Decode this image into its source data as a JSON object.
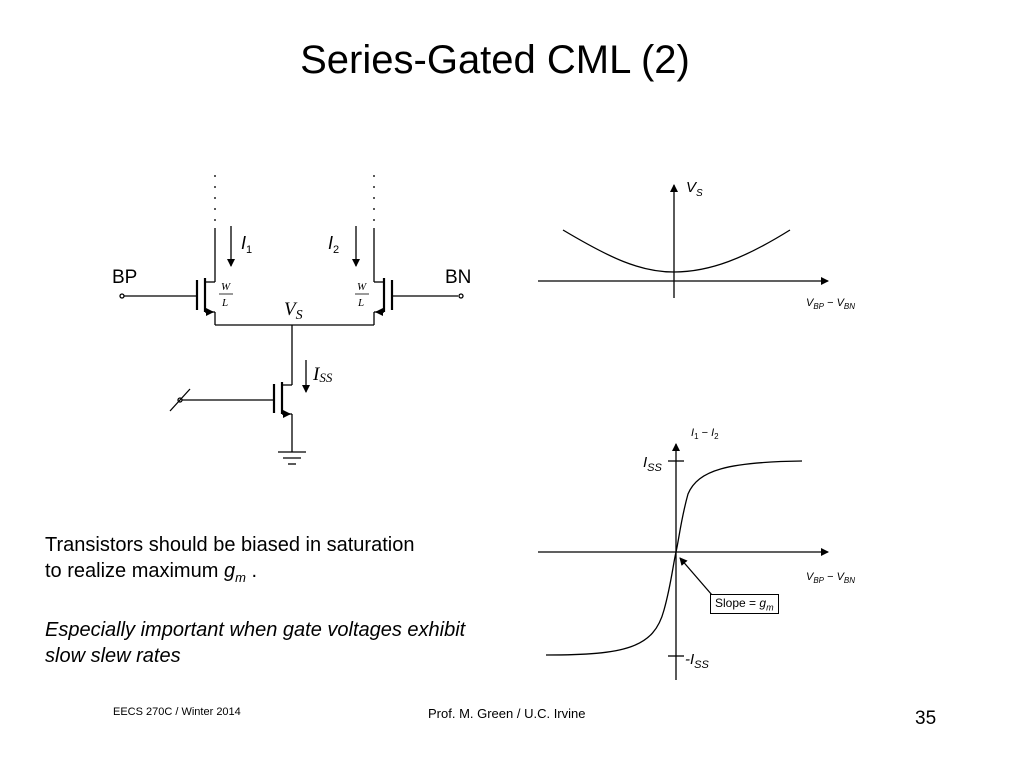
{
  "slide": {
    "title": "Series-Gated CML (2)",
    "footer_left": "EECS 270C / Winter 2014",
    "footer_center": "Prof. M. Green / U.C. Irvine",
    "page_number": "35"
  },
  "circuit": {
    "left_input": "BP",
    "right_input": "BN",
    "current_left": "I",
    "current_left_sub": "1",
    "current_right": "I",
    "current_right_sub": "2",
    "node_label": "V",
    "node_label_sub": "S",
    "tail_current": "I",
    "tail_current_sub": "SS",
    "device_w": "W",
    "device_l": "L"
  },
  "plot_top": {
    "ylabel_main": "V",
    "ylabel_sub": "S",
    "xlabel_a": "V",
    "xlabel_a_sub": "BP",
    "xlabel_op": " − ",
    "xlabel_b": "V",
    "xlabel_b_sub": "BN"
  },
  "plot_bottom": {
    "ylabel_a": "I",
    "ylabel_a_sub": "1",
    "ylabel_op": " − ",
    "ylabel_b": "I",
    "ylabel_b_sub": "2",
    "top_level": "I",
    "top_level_sub": "SS",
    "bottom_level": "-I",
    "bottom_level_sub": "SS",
    "xlabel_a": "V",
    "xlabel_a_sub": "BP",
    "xlabel_op": " − ",
    "xlabel_b": "V",
    "xlabel_b_sub": "BN",
    "slope_label": "Slope = ",
    "slope_var": "g",
    "slope_sub": "m"
  },
  "body": {
    "line1": "Transistors should be biased in saturation",
    "line2": "to realize maximum ",
    "gm_var": "g",
    "gm_sub": "m",
    "line2_end": " .",
    "line3": "Especially important when gate voltages exhibit",
    "line4": "slow slew rates"
  }
}
